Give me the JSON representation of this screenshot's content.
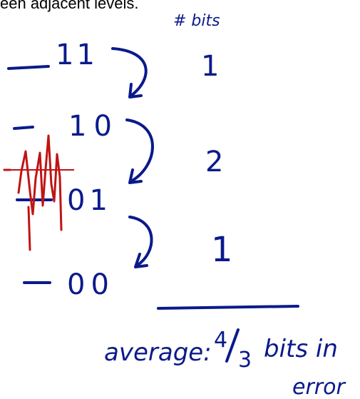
{
  "caption": "een adjacent levels.",
  "header": {
    "bits_label": "# bits"
  },
  "levels": [
    {
      "code": "11",
      "bits": "1"
    },
    {
      "code": "10",
      "bits": "2"
    },
    {
      "code": "01",
      "bits": "1"
    },
    {
      "code": "00"
    }
  ],
  "average": {
    "label": "average:",
    "numerator": "4",
    "denominator": "3",
    "suffix_line1": "bits in",
    "suffix_line2": "error"
  },
  "colors": {
    "ink": "#0a1a8c",
    "signal": "#c01414"
  }
}
